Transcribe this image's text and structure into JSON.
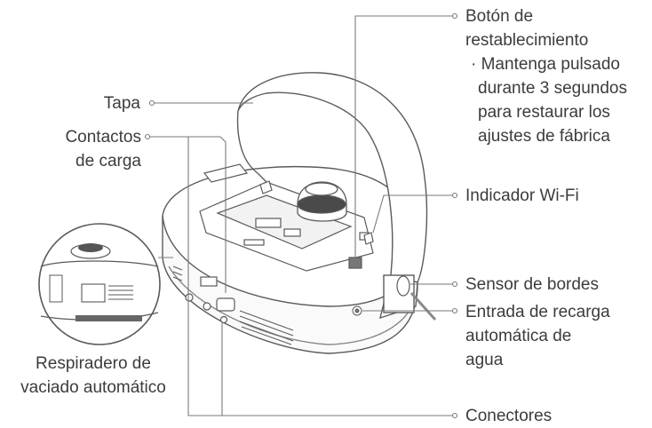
{
  "labels": {
    "tapa": "Tapa",
    "contactos_line1": "Contactos",
    "contactos_line2": "de carga",
    "reset_line1": "Botón de",
    "reset_line2": "restablecimiento",
    "reset_note1": "Mantenga pulsado",
    "reset_note2": "durante 3 segundos",
    "reset_note3": "para restaurar los",
    "reset_note4": "ajustes de fábrica",
    "wifi": "Indicador Wi-Fi",
    "sensor": "Sensor de bordes",
    "entrada_line1": "Entrada de recarga",
    "entrada_line2": "automática de",
    "entrada_line3": "agua",
    "respiradero_line1": "Respiradero de",
    "respiradero_line2": "vaciado automático",
    "conectores": "Conectores"
  },
  "colors": {
    "line": "#7a7a7a",
    "text": "#3c3c3c",
    "outline": "#5a5a5a",
    "dark_part": "#4a4a4a"
  }
}
